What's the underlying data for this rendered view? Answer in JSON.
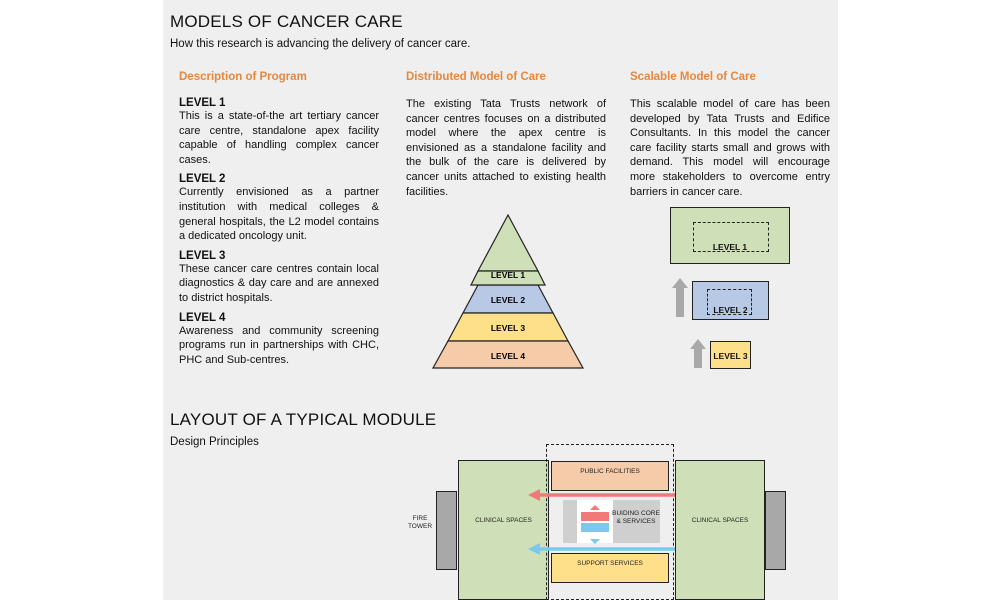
{
  "colors": {
    "accent_orange": "#e8873a",
    "green": "#cfe0b8",
    "blue": "#b8c9e6",
    "yellow": "#ffe08a",
    "peach": "#f6cbaa",
    "red_arrow": "#f0797a",
    "cyan_arrow": "#79c9ee",
    "gray": "#9f9f9f"
  },
  "header": {
    "title": "MODELS OF CANCER CARE",
    "subtitle": "How this research is advancing the delivery of cancer care."
  },
  "description": {
    "heading": "Description of Program",
    "levels": [
      {
        "title": "LEVEL 1",
        "text": "This is a state-of-the art tertiary cancer care centre, standalone apex facility capable of handling complex cancer cases."
      },
      {
        "title": "LEVEL 2",
        "text": "Currently envisioned as a partner institution with medical colleges & general hospitals, the L2 model contains a dedicated oncology unit."
      },
      {
        "title": "LEVEL 3",
        "text": "These cancer care centres contain local diagnostics & day care and are annexed to district hospitals."
      },
      {
        "title": "LEVEL 4",
        "text": "Awareness and community screening programs run in partnerships with CHC, PHC and Sub-centres."
      }
    ]
  },
  "distributed": {
    "heading": "Distributed Model of Care",
    "text": "The existing Tata Trusts network of cancer centres focuses on a distributed model where the apex centre is envisioned as a standalone facility and the bulk of the care is delivered by cancer units attached to existing health facilities.",
    "pyramid": [
      "LEVEL 1",
      "LEVEL 2",
      "LEVEL 3",
      "LEVEL 4"
    ]
  },
  "scalable": {
    "heading": "Scalable Model of Care",
    "text": "This scalable model of care has been developed by Tata Trusts and Edifice Consultants. In this model the cancer care facility starts small and grows with demand. This model will encourage more stakeholders to overcome entry barriers in cancer care.",
    "boxes": [
      "LEVEL 1",
      "LEVEL 2",
      "LEVEL 3"
    ]
  },
  "layout": {
    "title": "LAYOUT OF A TYPICAL MODULE",
    "subtitle": "Design Principles",
    "fire_tower": "FIRE TOWER",
    "clinical_left": "CLINICAL SPACES",
    "clinical_right": "CLINICAL SPACES",
    "public": "PUBLIC FACILITIES",
    "core": "BUIDING CORE & SERVICES",
    "support": "SUPPORT SERVICES"
  }
}
